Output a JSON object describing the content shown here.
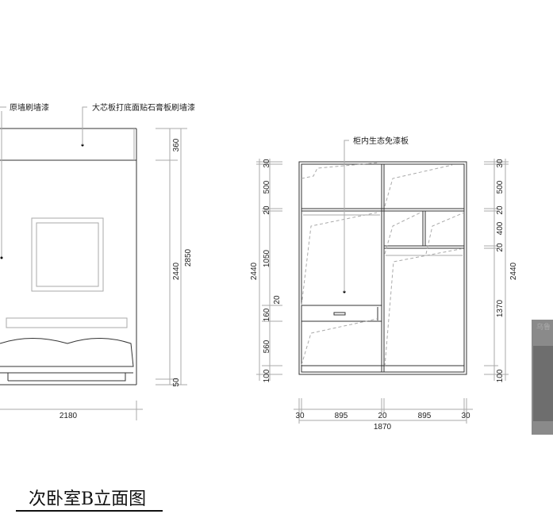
{
  "labels": {
    "wall_paint": "原墙刷墙漆",
    "board_note": "大芯板打底面贴石膏板刷墙漆",
    "cabinet_note": "柜内生态免漆板"
  },
  "left_elevation": {
    "dims_vertical": [
      "360",
      "2440",
      "50",
      "2850"
    ],
    "dims_horizontal": [
      "2180"
    ]
  },
  "wardrobe": {
    "dims_left": [
      "30",
      "500",
      "20",
      "1050",
      "160",
      "20",
      "560",
      "100",
      "2440"
    ],
    "dims_right": [
      "30",
      "500",
      "20",
      "400",
      "20",
      "1370",
      "100",
      "2440"
    ],
    "dims_bottom": [
      "30",
      "895",
      "20",
      "895",
      "30"
    ],
    "overall_width": "1870"
  },
  "title": "次卧室B立面图",
  "thumbnail": {
    "label": "乌鲁"
  }
}
